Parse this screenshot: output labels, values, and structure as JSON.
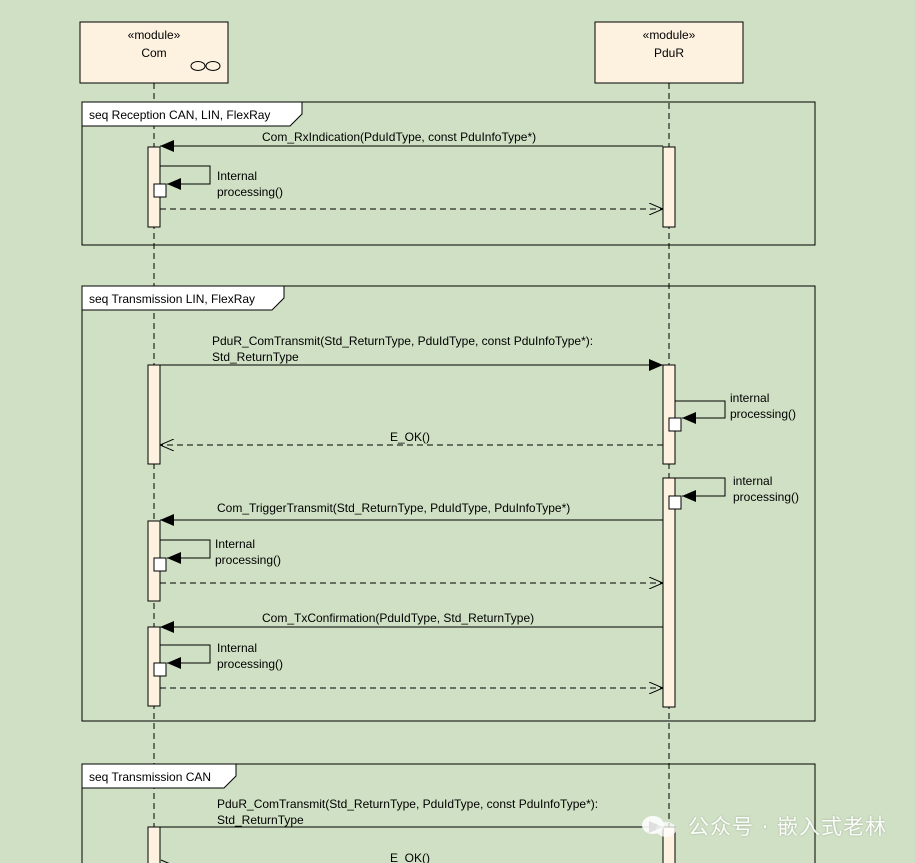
{
  "lifelines": [
    {
      "stereotype": "«module»",
      "name": "Com"
    },
    {
      "stereotype": "«module»",
      "name": "PduR"
    }
  ],
  "frames": [
    {
      "label": "seq Reception CAN, LIN, FlexRay"
    },
    {
      "label": "seq Transmission LIN, FlexRay"
    },
    {
      "label": "seq Transmission CAN"
    }
  ],
  "messages": {
    "rx_indication": "Com_RxIndication(PduIdType, const PduInfoType*)",
    "internal_processing_line1": "Internal",
    "internal_processing_line2": "processing()",
    "pdur_internal_line1": "internal",
    "pdur_internal_line2": "processing()",
    "com_transmit_line1": "PduR_ComTransmit(Std_ReturnType, PduIdType, const PduInfoType*):",
    "com_transmit_line2": "Std_ReturnType",
    "e_ok": "E_OK()",
    "trigger_transmit": "Com_TriggerTransmit(Std_ReturnType, PduIdType, PduInfoType*)",
    "tx_confirmation": "Com_TxConfirmation(PduIdType, Std_ReturnType)"
  },
  "watermark": {
    "icon": "wechat-icon",
    "text": "公众号 · 嵌入式老林"
  }
}
